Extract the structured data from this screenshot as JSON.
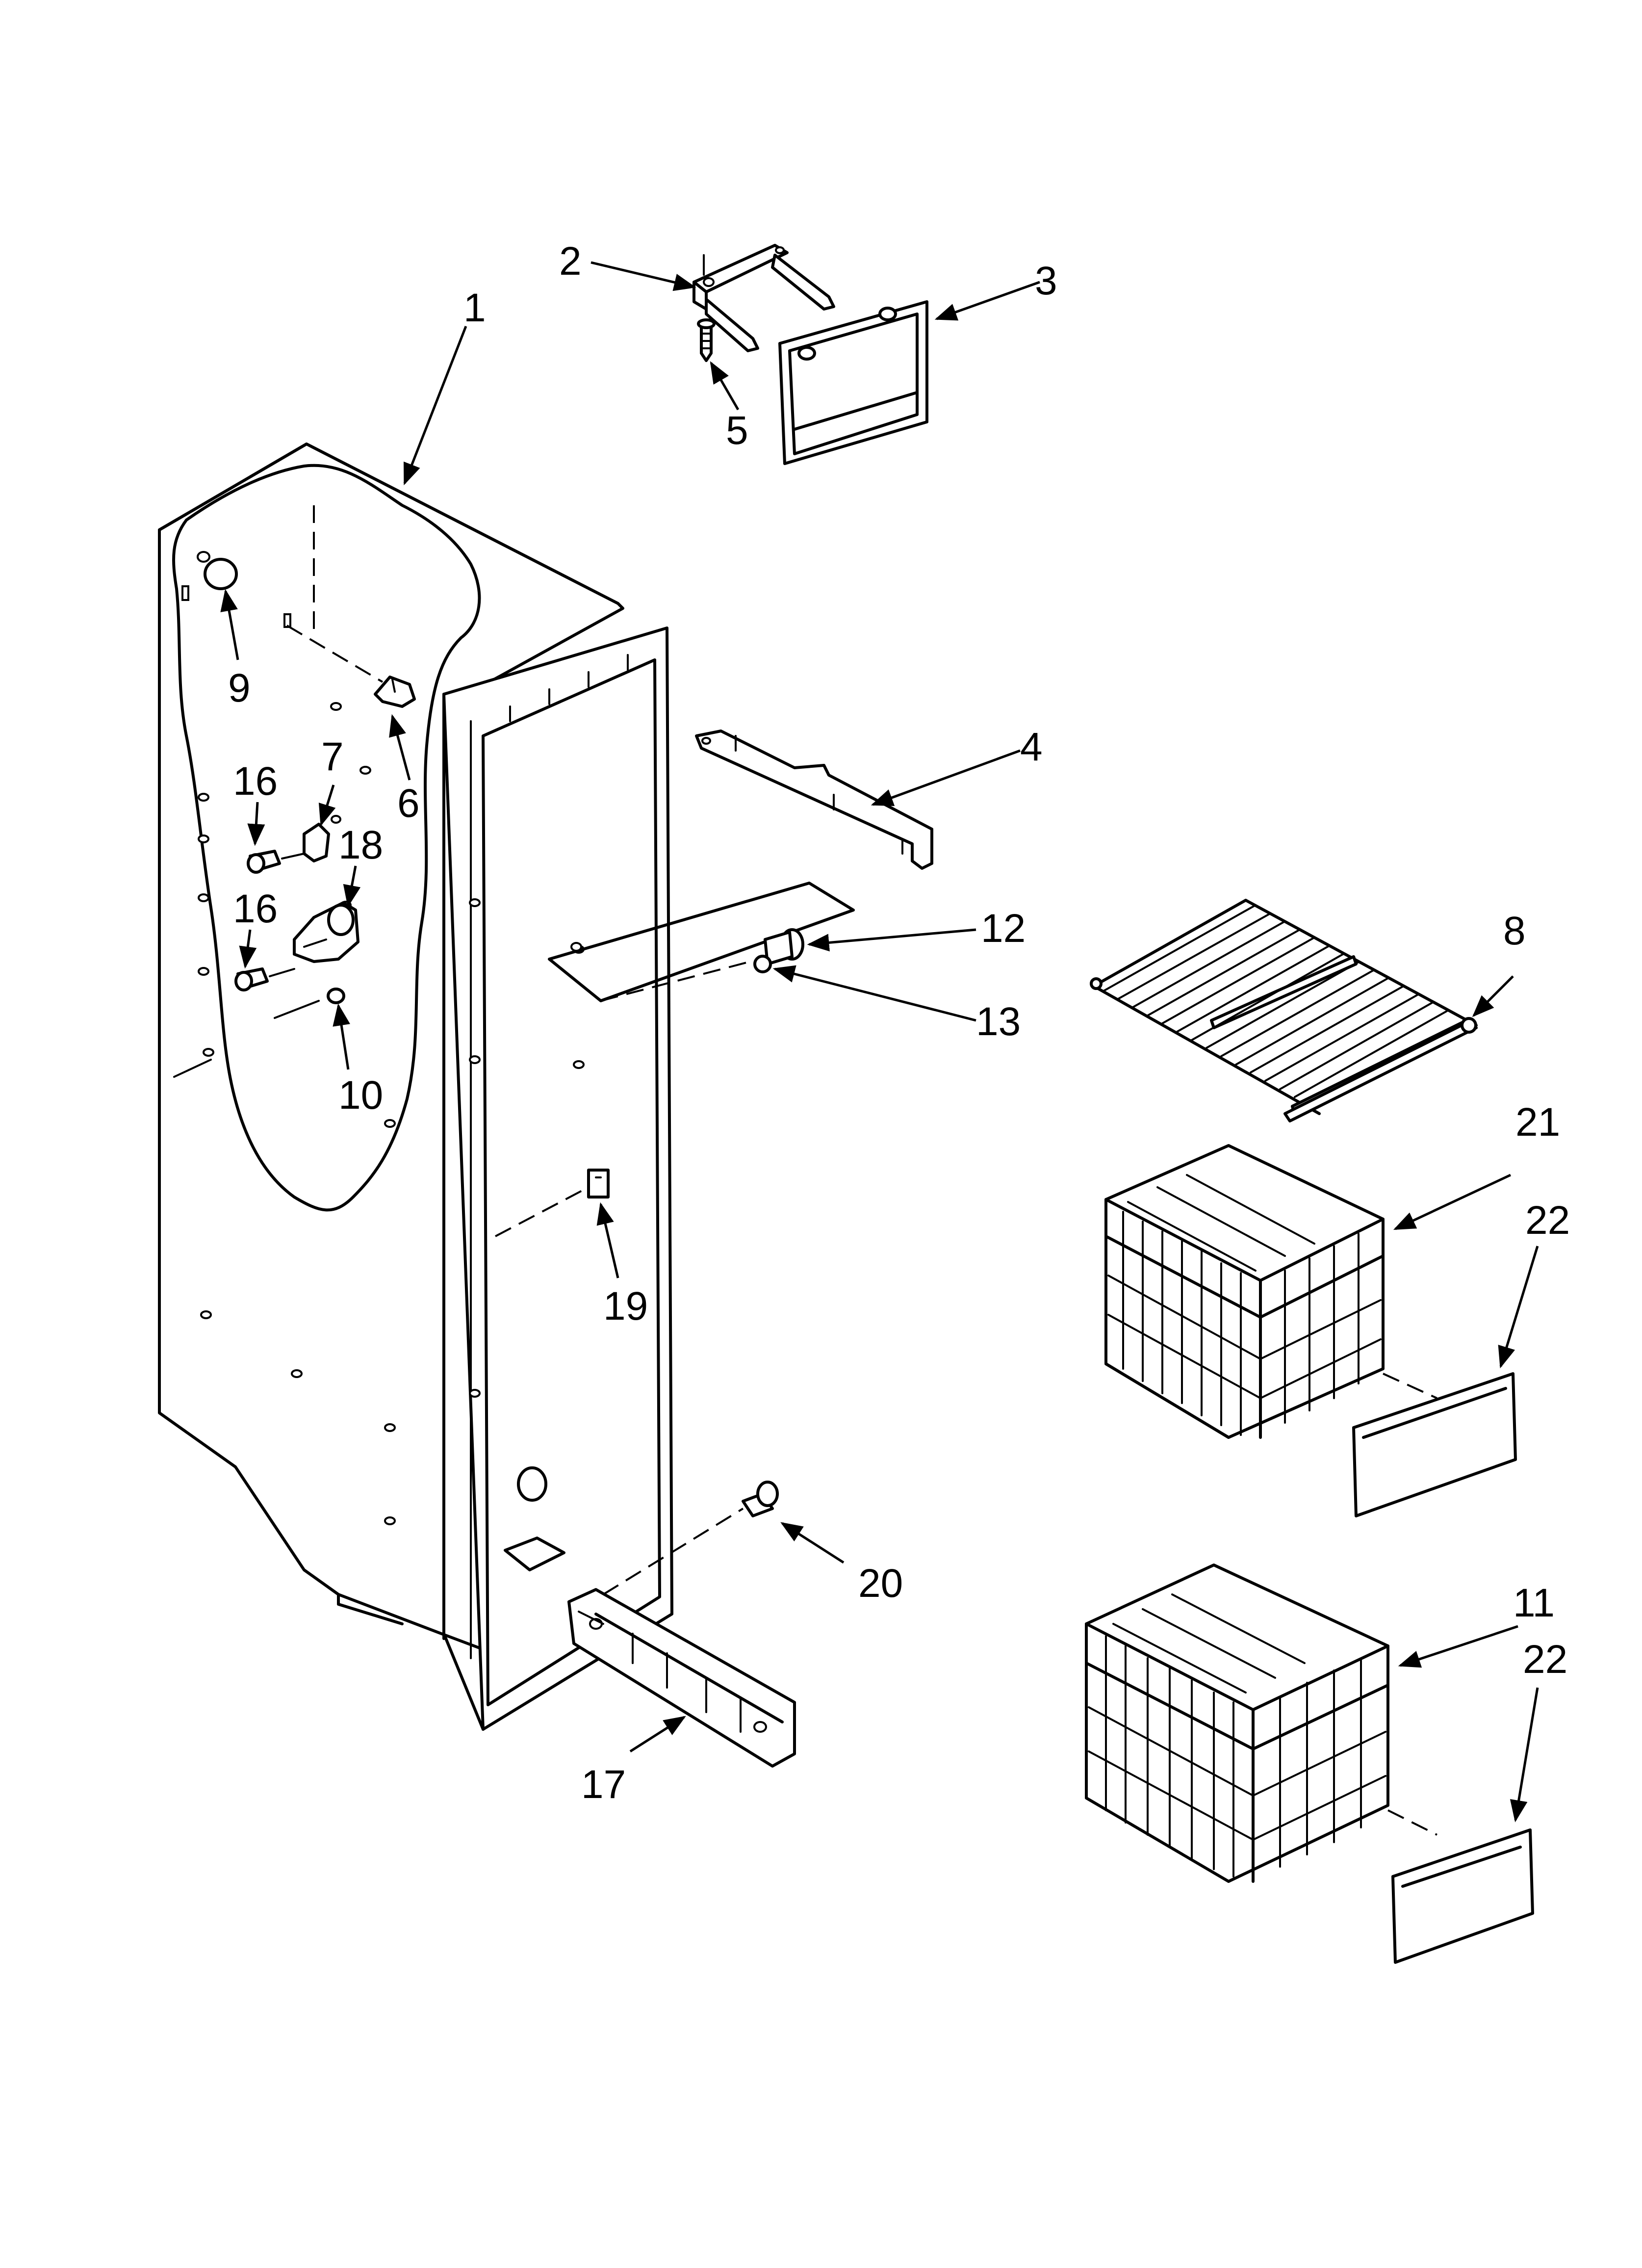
{
  "diagram": {
    "callouts": [
      {
        "id": "c1",
        "label": "1"
      },
      {
        "id": "c2",
        "label": "2"
      },
      {
        "id": "c3",
        "label": "3"
      },
      {
        "id": "c4",
        "label": "4"
      },
      {
        "id": "c5",
        "label": "5"
      },
      {
        "id": "c6",
        "label": "6"
      },
      {
        "id": "c7",
        "label": "7"
      },
      {
        "id": "c8",
        "label": "8"
      },
      {
        "id": "c9",
        "label": "9"
      },
      {
        "id": "c10",
        "label": "10"
      },
      {
        "id": "c11",
        "label": "11"
      },
      {
        "id": "c12",
        "label": "12"
      },
      {
        "id": "c13",
        "label": "13"
      },
      {
        "id": "c16a",
        "label": "16"
      },
      {
        "id": "c16b",
        "label": "16"
      },
      {
        "id": "c17",
        "label": "17"
      },
      {
        "id": "c18",
        "label": "18"
      },
      {
        "id": "c19",
        "label": "19"
      },
      {
        "id": "c20",
        "label": "20"
      },
      {
        "id": "c21",
        "label": "21"
      },
      {
        "id": "c22a",
        "label": "22"
      },
      {
        "id": "c22b",
        "label": "22"
      }
    ]
  }
}
